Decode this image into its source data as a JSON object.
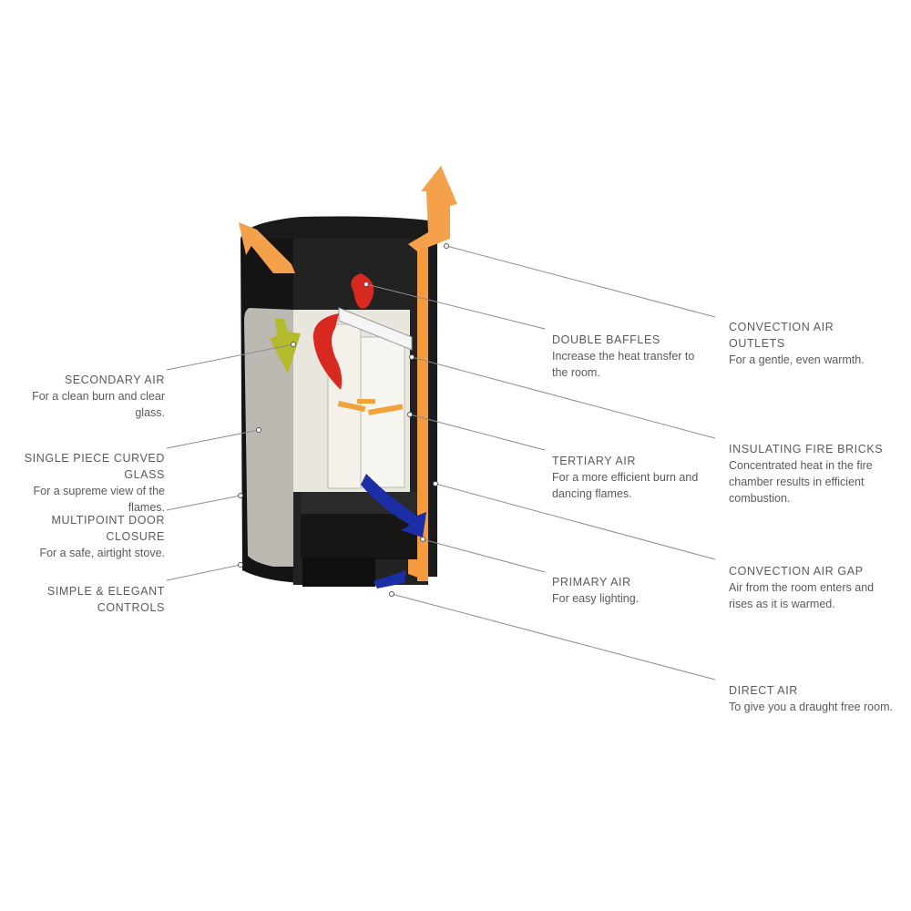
{
  "colors": {
    "stove_body": "#1a1a1a",
    "convection_orange": "#f39b3e",
    "flame_red": "#d8281f",
    "secondary_yellow": "#b8c02a",
    "primary_blue": "#1c2ea6",
    "tertiary_orange": "#f2a23a",
    "fire_brick": "#f1efe8",
    "leader_line": "#8c8c8c"
  },
  "labels": {
    "secondary_air": {
      "title": "SECONDARY AIR",
      "desc": "For a clean burn and clear glass."
    },
    "curved_glass": {
      "title": "SINGLE PIECE CURVED GLASS",
      "desc": "For a supreme view of the flames."
    },
    "door_closure": {
      "title": "MULTIPOINT DOOR CLOSURE",
      "desc": "For a safe, airtight stove."
    },
    "controls": {
      "title": "SIMPLE & ELEGANT CONTROLS",
      "desc": ""
    },
    "double_baffles": {
      "title": "DOUBLE BAFFLES",
      "desc": "Increase the heat transfer to the room."
    },
    "tertiary_air": {
      "title": "TERTIARY AIR",
      "desc": "For a more efficient burn and dancing flames."
    },
    "primary_air": {
      "title": "PRIMARY AIR",
      "desc": "For easy lighting."
    },
    "convection_outlets": {
      "title": "CONVECTION AIR OUTLETS",
      "desc": "For a gentle, even warmth."
    },
    "fire_bricks": {
      "title": "INSULATING FIRE BRICKS",
      "desc": "Concentrated heat in the fire chamber results in efficient combustion."
    },
    "convection_gap": {
      "title": "CONVECTION AIR GAP",
      "desc": "Air from the room enters and rises as it is warmed."
    },
    "direct_air": {
      "title": "DIRECT AIR",
      "desc": "To give you a draught free room."
    }
  }
}
